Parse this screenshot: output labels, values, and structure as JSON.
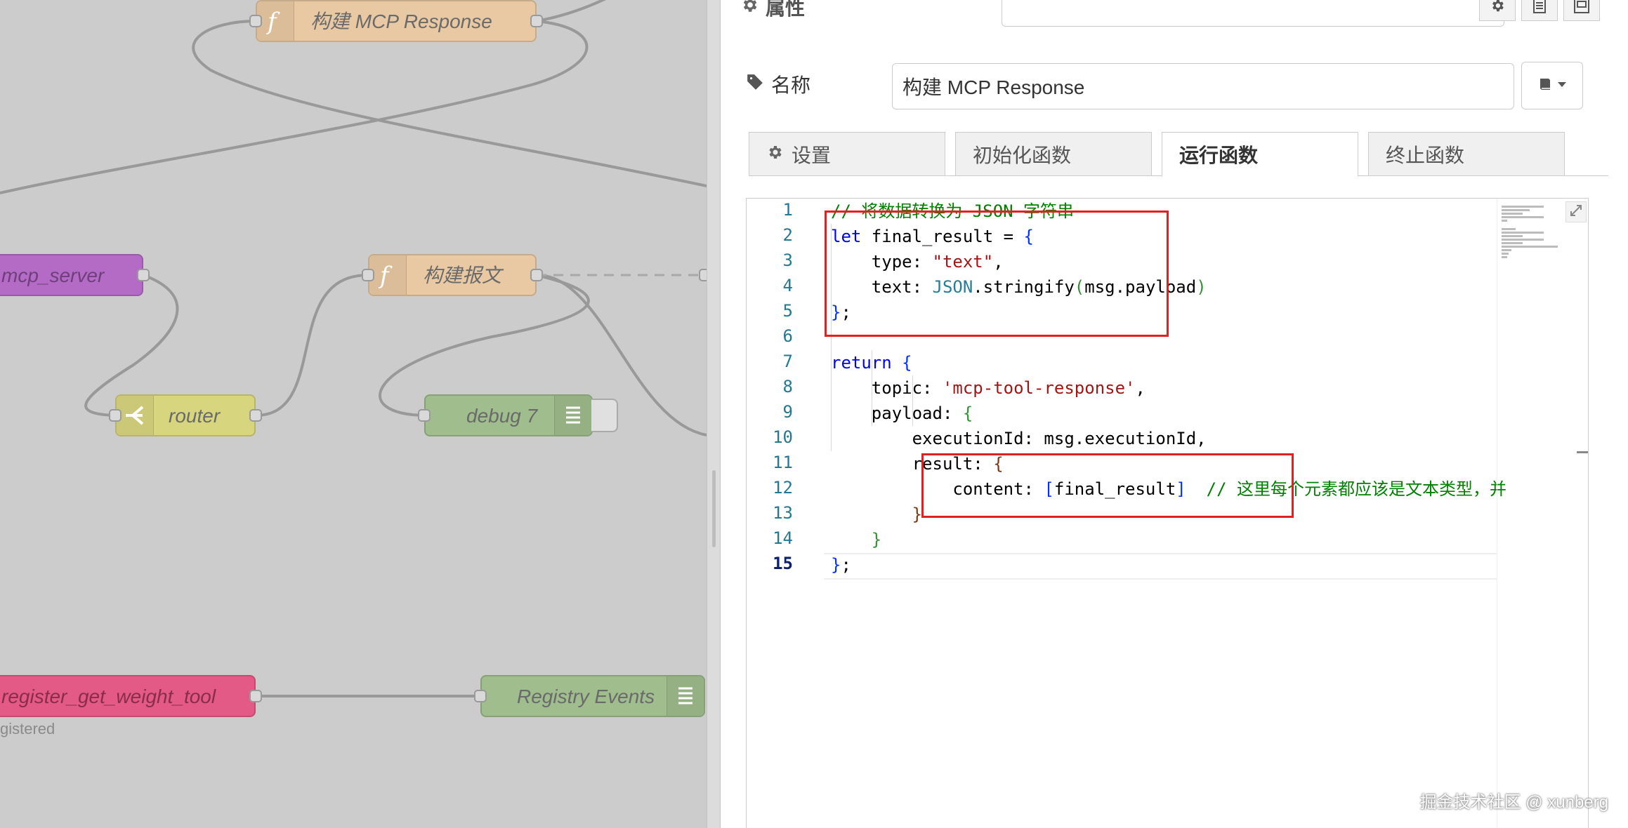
{
  "canvas": {
    "nodes": {
      "build_mcp_response": "构建 MCP Response",
      "mcp_server": "mcp_server",
      "build_message": "构建报文",
      "router": "router",
      "debug": "debug 7",
      "register_tool": "register_get_weight_tool",
      "registry_events": "Registry Events"
    },
    "status_text": "gistered",
    "colors": {
      "function_node": "#e9c9a3",
      "mcp_server_node": "#b46bc6",
      "router_node": "#d8d57f",
      "debug_node": "#9fbd8d",
      "register_node": "#e35a86",
      "registry_node": "#9fbd8d"
    }
  },
  "panel": {
    "title": "属性",
    "header_icons": [
      "gear-icon",
      "document-icon",
      "layout-icon"
    ],
    "name_label": "名称",
    "name_value": "构建 MCP Response",
    "tabs": {
      "settings": "设置",
      "init": "初始化函数",
      "run": "运行函数",
      "close": "终止函数"
    },
    "active_tab": "运行函数"
  },
  "editor": {
    "line_numbers": [
      "1",
      "2",
      "3",
      "4",
      "5",
      "6",
      "7",
      "8",
      "9",
      "10",
      "11",
      "12",
      "13",
      "14",
      "15"
    ],
    "current_line": 15,
    "lines": {
      "l1_comment": "// 将数据转换为 JSON 字符串",
      "l2_kw": "let",
      "l2_name": " final_result = ",
      "l2_brace": "{",
      "l3_key": "    type: ",
      "l3_str": "\"text\"",
      "l3_end": ",",
      "l4_key": "    text: ",
      "l4_obj": "JSON",
      "l4_fn": ".stringify",
      "l4_open": "(",
      "l4_arg": "msg.payload",
      "l4_close": ")",
      "l5_brace": "}",
      "l5_end": ";",
      "l7_kw": "return",
      "l7_brace": " {",
      "l8_key": "    topic: ",
      "l8_str": "'mcp-tool-response'",
      "l8_end": ",",
      "l9_key": "    payload: ",
      "l9_brace": "{",
      "l10_text": "        executionId: msg.executionId,",
      "l11_key": "        result: ",
      "l11_brace": "{",
      "l12_key": "            content: ",
      "l12_open": "[",
      "l12_mid": "final_result",
      "l12_close": "]",
      "l12_comment": "  // 这里每个元素都应该是文本类型，并",
      "l13_brace": "        }",
      "l14_brace": "    }",
      "l15_brace": "}",
      "l15_end": ";"
    }
  },
  "watermark": "掘金技术社区 @ xunberg"
}
